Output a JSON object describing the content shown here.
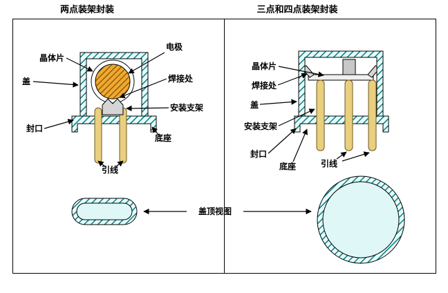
{
  "titles": {
    "left": "两点装架封装",
    "right": "三点和四点装架封装"
  },
  "left_panel": {
    "labels": {
      "crystal": "晶体片",
      "electrode": "电极",
      "cover": "盖",
      "weld": "焊接处",
      "bracket": "安装支架",
      "seal": "封口",
      "base": "底座",
      "leads": "引线"
    }
  },
  "right_panel": {
    "labels": {
      "crystal": "晶体片",
      "weld": "焊接处",
      "cover": "盖",
      "bracket": "安装支架",
      "seal": "封口",
      "base": "底座",
      "leads": "引线"
    }
  },
  "bottom": {
    "top_view": "盖顶视图"
  },
  "colors": {
    "hatch_teal_bg": "#e9fbfb",
    "hatch_teal_line": "#008080",
    "crystal_hatch_bg": "#f0a830",
    "crystal_hatch_line": "#6e4a00",
    "lead_fill": "#e9cf7e",
    "bracket_fill": "#d5d5d5",
    "block_fill": "#c8c8c8",
    "topview_fill": "#e0f7f7"
  }
}
